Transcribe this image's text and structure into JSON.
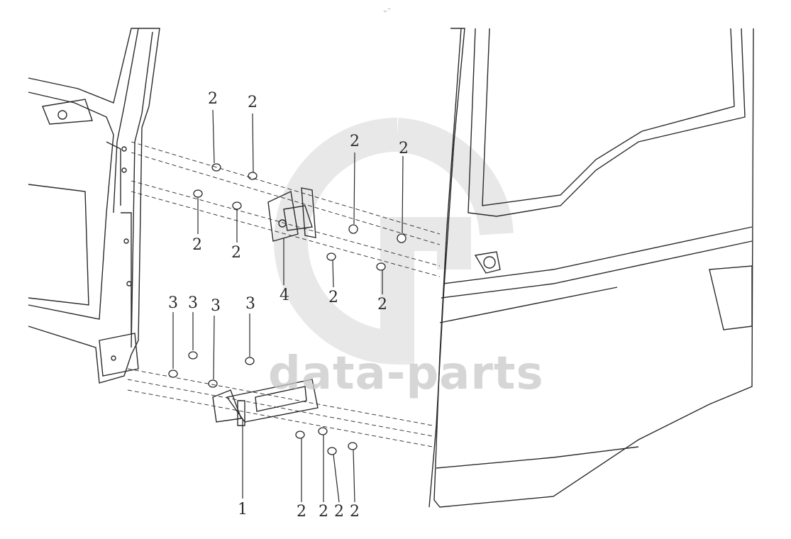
{
  "diagram": {
    "colors": {
      "line": "#2a2a2a",
      "watermark": "#c9c9c9"
    },
    "watermark": {
      "text": "data-parts"
    },
    "header_mark": "␣ ─",
    "callouts": {
      "c_top_a": "2",
      "c_top_b": "2",
      "c_mid_a": "2",
      "c_mid_b": "2",
      "c_door_a": "2",
      "c_door_b": "2",
      "c_low_a": "2",
      "c_low_b": "2",
      "c_hinge_upper": "4",
      "c_bolt_a": "3",
      "c_bolt_b": "3",
      "c_bolt_c": "3",
      "c_bolt_d": "3",
      "c_hinge_lower": "1",
      "c_bot_a": "2",
      "c_bot_b": "2",
      "c_bot_c": "2",
      "c_bot_d": "2"
    }
  }
}
